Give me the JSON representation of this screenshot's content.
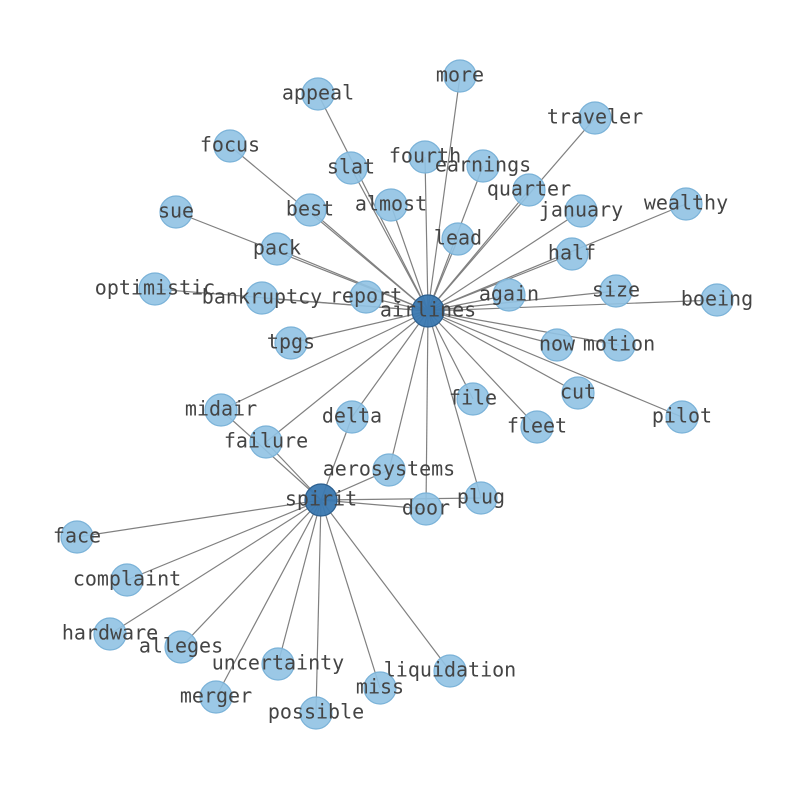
{
  "colors": {
    "hub_fill": "#3a78b0",
    "hub_stroke": "#2b5f8f",
    "leaf_fill": "#90c2e3",
    "leaf_stroke": "#7ab2d8",
    "edge": "#808080",
    "label": "#444444"
  },
  "hubs": [
    "airlines",
    "spirit"
  ],
  "nodes": [
    {
      "id": "airlines",
      "label": "airlines",
      "hub": true
    },
    {
      "id": "spirit",
      "label": "spirit",
      "hub": true
    },
    {
      "id": "more",
      "label": "more"
    },
    {
      "id": "appeal",
      "label": "appeal"
    },
    {
      "id": "traveler",
      "label": "traveler"
    },
    {
      "id": "focus",
      "label": "focus"
    },
    {
      "id": "slat",
      "label": "slat"
    },
    {
      "id": "fourth",
      "label": "fourth"
    },
    {
      "id": "earnings",
      "label": "earnings"
    },
    {
      "id": "quarter",
      "label": "quarter"
    },
    {
      "id": "sue",
      "label": "sue"
    },
    {
      "id": "best",
      "label": "best"
    },
    {
      "id": "almost",
      "label": "almost"
    },
    {
      "id": "january",
      "label": "january"
    },
    {
      "id": "wealthy",
      "label": "wealthy"
    },
    {
      "id": "lead",
      "label": "lead"
    },
    {
      "id": "pack",
      "label": "pack"
    },
    {
      "id": "half",
      "label": "half"
    },
    {
      "id": "optimistic",
      "label": "optimistic"
    },
    {
      "id": "bankruptcy",
      "label": "bankruptcy"
    },
    {
      "id": "report",
      "label": "report"
    },
    {
      "id": "again",
      "label": "again"
    },
    {
      "id": "size",
      "label": "size"
    },
    {
      "id": "boeing",
      "label": "boeing"
    },
    {
      "id": "tpgs",
      "label": "tpgs"
    },
    {
      "id": "now",
      "label": "now"
    },
    {
      "id": "motion",
      "label": "motion"
    },
    {
      "id": "cut",
      "label": "cut"
    },
    {
      "id": "midair",
      "label": "midair"
    },
    {
      "id": "file",
      "label": "file"
    },
    {
      "id": "delta",
      "label": "delta"
    },
    {
      "id": "pilot",
      "label": "pilot"
    },
    {
      "id": "fleet",
      "label": "fleet"
    },
    {
      "id": "failure",
      "label": "failure"
    },
    {
      "id": "aerosystems",
      "label": "aerosystems"
    },
    {
      "id": "plug",
      "label": "plug"
    },
    {
      "id": "door",
      "label": "door"
    },
    {
      "id": "face",
      "label": "face"
    },
    {
      "id": "complaint",
      "label": "complaint"
    },
    {
      "id": "hardware",
      "label": "hardware"
    },
    {
      "id": "alleges",
      "label": "alleges"
    },
    {
      "id": "uncertainty",
      "label": "uncertainty"
    },
    {
      "id": "liquidation",
      "label": "liquidation"
    },
    {
      "id": "miss",
      "label": "miss"
    },
    {
      "id": "merger",
      "label": "merger"
    },
    {
      "id": "possible",
      "label": "possible"
    }
  ],
  "edges": [
    [
      "airlines",
      "more"
    ],
    [
      "airlines",
      "appeal"
    ],
    [
      "airlines",
      "traveler"
    ],
    [
      "airlines",
      "focus"
    ],
    [
      "airlines",
      "slat"
    ],
    [
      "airlines",
      "fourth"
    ],
    [
      "airlines",
      "earnings"
    ],
    [
      "airlines",
      "quarter"
    ],
    [
      "airlines",
      "sue"
    ],
    [
      "airlines",
      "best"
    ],
    [
      "airlines",
      "almost"
    ],
    [
      "airlines",
      "january"
    ],
    [
      "airlines",
      "wealthy"
    ],
    [
      "airlines",
      "lead"
    ],
    [
      "airlines",
      "pack"
    ],
    [
      "airlines",
      "half"
    ],
    [
      "airlines",
      "optimistic"
    ],
    [
      "airlines",
      "bankruptcy"
    ],
    [
      "airlines",
      "report"
    ],
    [
      "airlines",
      "again"
    ],
    [
      "airlines",
      "size"
    ],
    [
      "airlines",
      "boeing"
    ],
    [
      "airlines",
      "tpgs"
    ],
    [
      "airlines",
      "now"
    ],
    [
      "airlines",
      "motion"
    ],
    [
      "airlines",
      "cut"
    ],
    [
      "airlines",
      "midair"
    ],
    [
      "airlines",
      "file"
    ],
    [
      "airlines",
      "delta"
    ],
    [
      "airlines",
      "pilot"
    ],
    [
      "airlines",
      "fleet"
    ],
    [
      "airlines",
      "failure"
    ],
    [
      "airlines",
      "aerosystems"
    ],
    [
      "airlines",
      "plug"
    ],
    [
      "airlines",
      "door"
    ],
    [
      "spirit",
      "midair"
    ],
    [
      "spirit",
      "failure"
    ],
    [
      "spirit",
      "delta"
    ],
    [
      "spirit",
      "aerosystems"
    ],
    [
      "spirit",
      "plug"
    ],
    [
      "spirit",
      "door"
    ],
    [
      "spirit",
      "face"
    ],
    [
      "spirit",
      "complaint"
    ],
    [
      "spirit",
      "hardware"
    ],
    [
      "spirit",
      "alleges"
    ],
    [
      "spirit",
      "uncertainty"
    ],
    [
      "spirit",
      "liquidation"
    ],
    [
      "spirit",
      "miss"
    ],
    [
      "spirit",
      "merger"
    ],
    [
      "spirit",
      "possible"
    ]
  ]
}
